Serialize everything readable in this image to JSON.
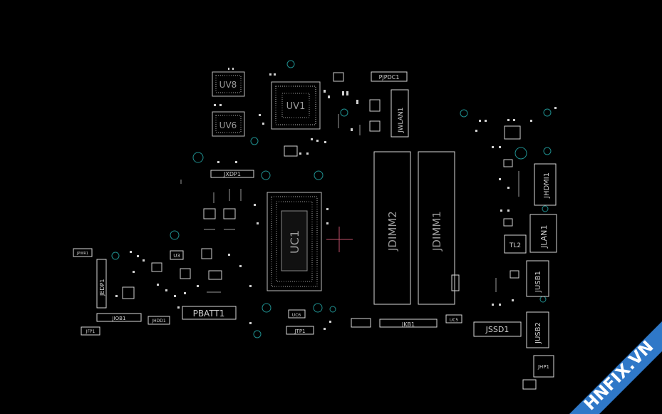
{
  "components": {
    "uv8": "UV8",
    "uv6": "UV6",
    "uv1": "UV1",
    "pjpdc1": "PJPDC1",
    "jwlan1": "JWLAN1",
    "jxdp1": "JXDP1",
    "uc1": "UC1",
    "jdimm2": "JDIMM2",
    "jdimm1": "JDIMM1",
    "jhdmi1": "JHDMI1",
    "jlan1": "JLAN1",
    "tl2": "TL2",
    "jusb1": "JUSB1",
    "jusb2": "JUSB2",
    "jssd1": "JSSD1",
    "jhp1": "JHP1",
    "jkb1": "JKB1",
    "uc5": "UC5",
    "uc6": "UC6",
    "jtp1": "JTP1",
    "pbatt1": "PBATT1",
    "jhdd1": "JHDD1",
    "jiob1": "JIOB1",
    "jfp1": "JFP1",
    "jedp1": "JEDP1",
    "jpwr1": "JPWR1",
    "u3": "U3"
  },
  "watermark": {
    "text": "HNFIX.VN",
    "accent": "#e8322c",
    "band_color": "#2f78c8"
  },
  "colors": {
    "background": "#000000",
    "silkscreen": "#d8d8d8",
    "via": "#1f8f8f",
    "cursor": "#c0506a"
  }
}
